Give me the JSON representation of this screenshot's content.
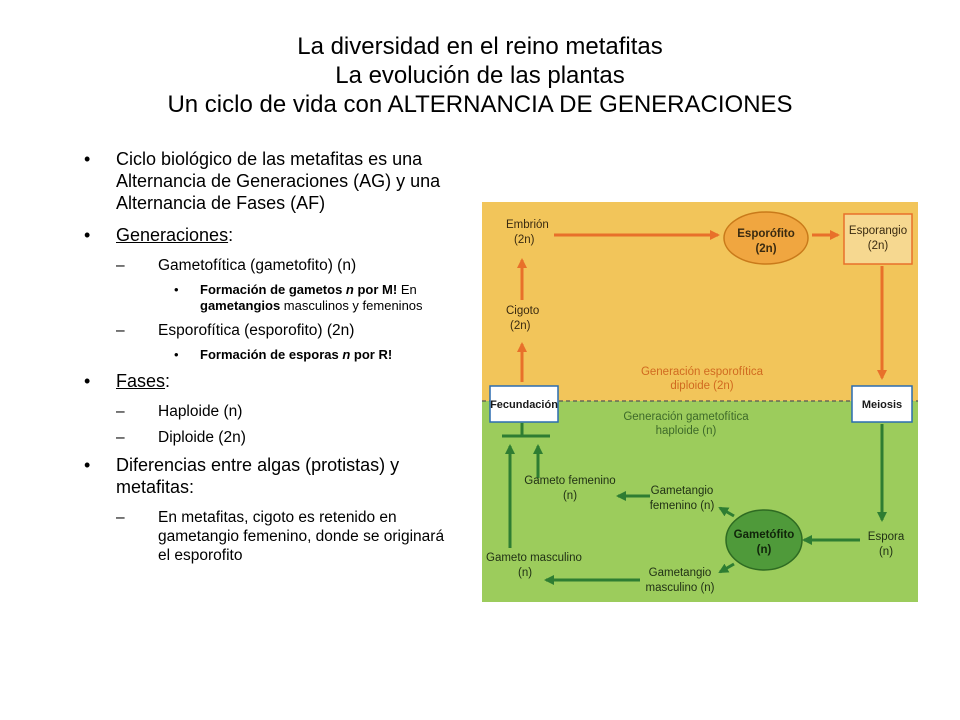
{
  "title": {
    "line1": "La diversidad en el reino metafitas",
    "line2": "La evolución de las plantas",
    "line3": "Un ciclo de vida con ALTERNANCIA DE GENERACIONES"
  },
  "bullets": {
    "b1": "Ciclo biológico de las metafitas es una Alternancia de Generaciones (AG) y una Alternancia de Fases (AF)",
    "generaciones_heading": "Generaciones",
    "generaciones_colon": ":",
    "gametofitica": "Gametofítica (gametofito) (n)",
    "formacion_gametos_a": "Formación de gametos",
    "formacion_gametos_n": " n ",
    "formacion_gametos_b": "por M!",
    "en_text": " En ",
    "gametangios": "gametangios",
    "masc_fem": " masculinos y femeninos",
    "esporofitica": "Esporofítica (esporofito) (2n)",
    "formacion_esporas_a": "Formación de esporas",
    "formacion_esporas_n": " n ",
    "formacion_esporas_b": "por R!",
    "fases_heading": "Fases",
    "fases_colon": ":",
    "haploide": "Haploide (n)",
    "diploide": "Diploide (2n)",
    "diferencias": "Diferencias entre algas (protistas) y metafitas:",
    "en_metafitas": "En metafitas, cigoto es retenido en gametangio femenino, donde se originará el esporofito"
  },
  "diagram": {
    "embrion": "Embrión",
    "embrion_ploidy": "(2n)",
    "esporofito": "Esporófito",
    "esporofito_ploidy": "(2n)",
    "esporangio": "Esporangio",
    "esporangio_ploidy": "(2n)",
    "cigoto": "Cigoto",
    "cigoto_ploidy": "(2n)",
    "gen_esporofitica_1": "Generación esporofítica",
    "gen_esporofitica_2": "diploide (2n)",
    "fecundacion": "Fecundación",
    "meiosis": "Meiosis",
    "gen_gametofitica_1": "Generación gametofítica",
    "gen_gametofitica_2": "haploide (n)",
    "gameto_femenino": "Gameto femenino",
    "gameto_femenino_ploidy": "(n)",
    "gametangio_fem_1": "Gametangio",
    "gametangio_fem_2": "femenino (n)",
    "gametofito": "Gametófito",
    "gametofito_ploidy": "(n)",
    "espora": "Espora",
    "espora_ploidy": "(n)",
    "gameto_masculino": "Gameto masculino",
    "gameto_masculino_ploidy": "(n)",
    "gametangio_masc_1": "Gametangio",
    "gametangio_masc_2": "masculino (n)",
    "colors": {
      "diploid_bg": "#f2c55a",
      "haploid_bg": "#9ccc5c",
      "orange_arrow": "#e8702a",
      "green_arrow": "#2e7d32",
      "esporofito_fill": "#f0a640",
      "gametofito_fill": "#4f9a3a"
    }
  }
}
